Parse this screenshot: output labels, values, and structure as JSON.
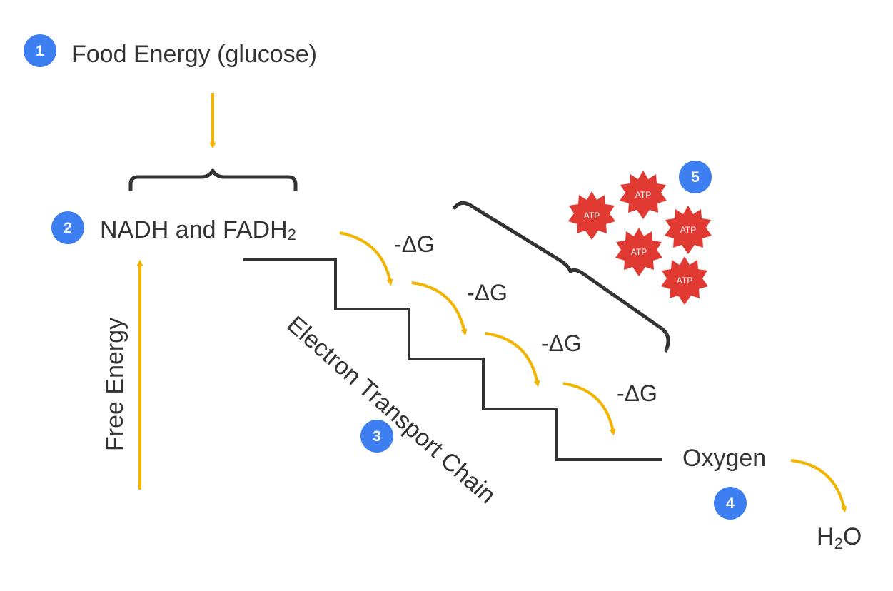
{
  "labels": {
    "food_energy": "Food Energy (glucose)",
    "nadh_main": "NADH and FADH",
    "nadh_sub": "2",
    "free_energy": "Free Energy",
    "etc": "Electron Transport Chain",
    "oxygen": "Oxygen",
    "water_h": "H",
    "water_sub": "2",
    "water_o": "O",
    "delta_g": [
      "-ΔG",
      "-ΔG",
      "-ΔG",
      "-ΔG"
    ]
  },
  "badges": [
    "1",
    "2",
    "3",
    "4",
    "5"
  ],
  "atp": [
    "ATP",
    "ATP",
    "ATP",
    "ATP",
    "ATP"
  ],
  "colors": {
    "arrow": "#f2b400",
    "badge": "#3d7ff0",
    "atp": "#e03a33",
    "line": "#333333",
    "text": "#333333"
  }
}
